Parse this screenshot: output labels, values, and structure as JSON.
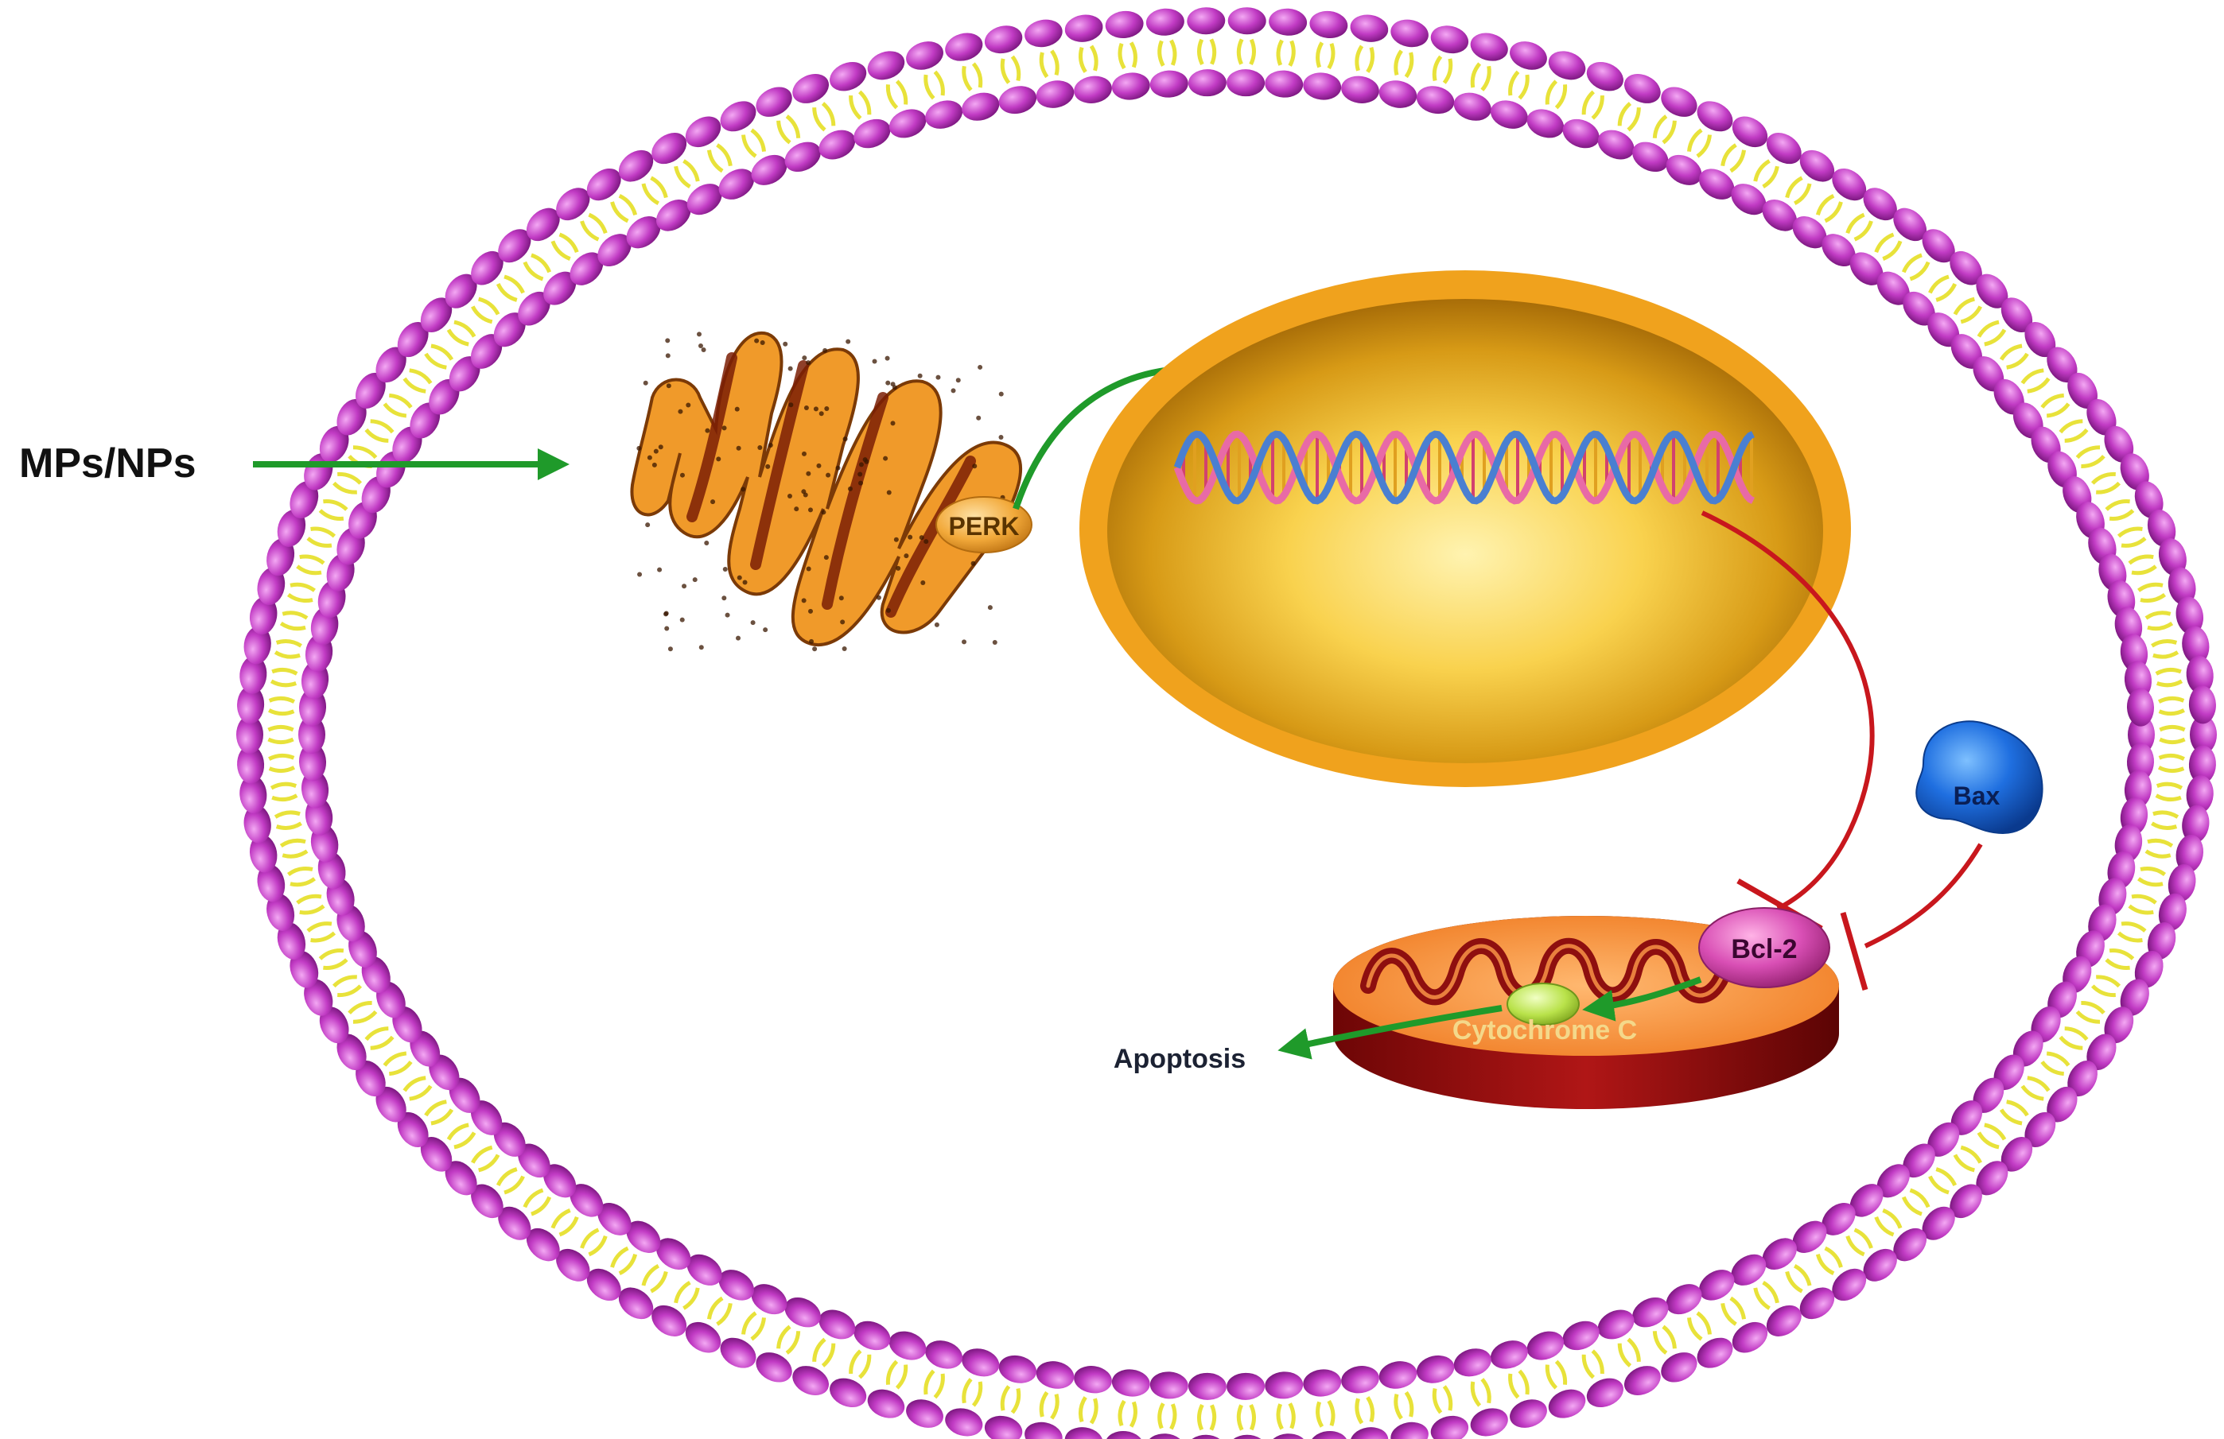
{
  "labels": {
    "input": "MPs/NPs",
    "perk": "PERK",
    "bax": "Bax",
    "bcl2": "Bcl-2",
    "cytochrome": "Cytochrome C",
    "apoptosis": "Apoptosis"
  },
  "colors": {
    "lipid_head": "#c13bc4",
    "lipid_tail": "#e8e23a",
    "activation_arrow": "#1f9a2a",
    "inhibition_line": "#c8171d",
    "nucleus": "#f0a21d",
    "er": "#f09a2a",
    "mitochondrion": "#8e0f0f",
    "bax": "#1f6fe0",
    "bcl2": "#d94fb5",
    "cytochrome": "#b9e24a"
  },
  "icons": {
    "membrane": "lipid-bilayer-icon",
    "er": "endoplasmic-reticulum-icon",
    "nucleus": "nucleus-icon",
    "dna": "dna-helix-icon",
    "mitochondrion": "mitochondrion-icon"
  },
  "links": [
    {
      "from": "MPs/NPs",
      "to": "endoplasmic reticulum",
      "type": "activation"
    },
    {
      "from": "PERK",
      "to": "nucleus",
      "type": "activation"
    },
    {
      "from": "nucleus",
      "to": "Bcl-2",
      "type": "inhibition"
    },
    {
      "from": "Bax",
      "to": "Bcl-2",
      "type": "inhibition"
    },
    {
      "from": "Bcl-2",
      "to": "Cytochrome C",
      "type": "activation"
    },
    {
      "from": "Cytochrome C",
      "to": "Apoptosis",
      "type": "activation"
    }
  ]
}
